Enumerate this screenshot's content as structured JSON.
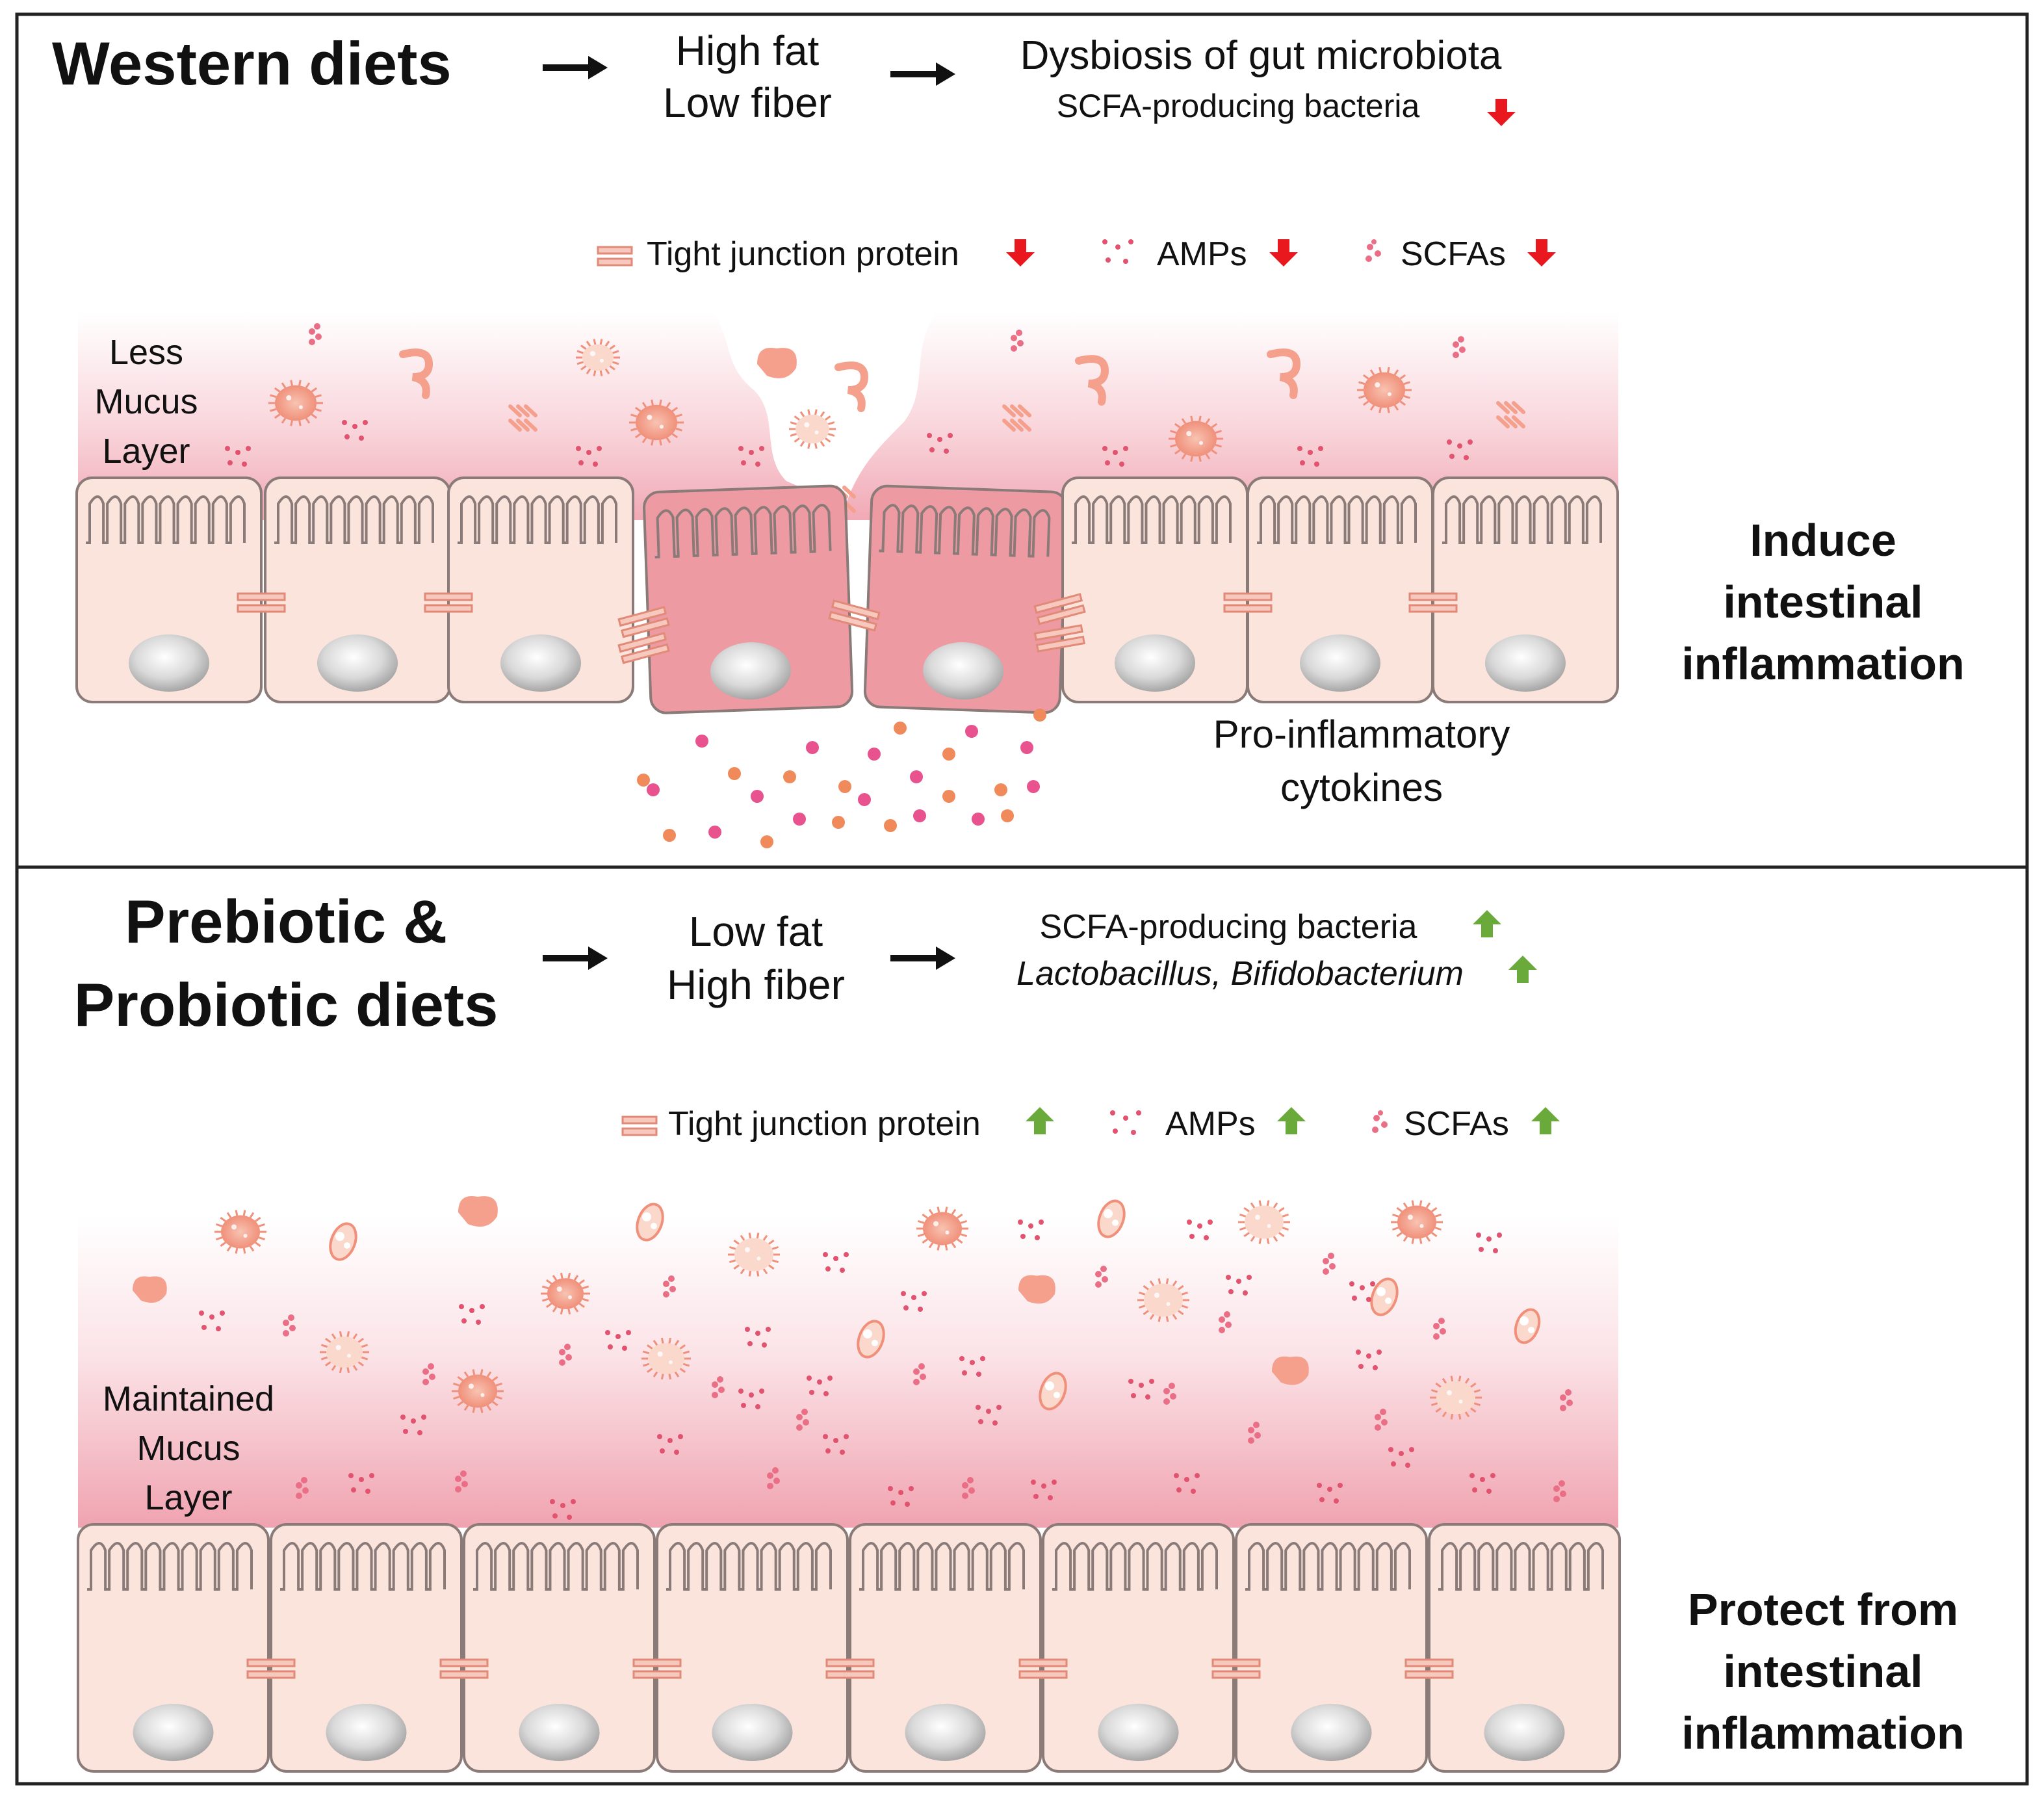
{
  "top_panel": {
    "title": "Western diets",
    "diet_line1": "High fat",
    "diet_line2": "Low fiber",
    "outcome_line1": "Dysbiosis of gut microbiota",
    "outcome_line2": "SCFA-producing bacteria",
    "outcome_line2_direction": "down",
    "legend": {
      "tight_junction": "Tight junction protein",
      "amps": "AMPs",
      "scfas": "SCFAs",
      "direction": "down"
    },
    "mucus_label": [
      "Less",
      "Mucus",
      "Layer"
    ],
    "cytokines_label": [
      "Pro-inflammatory",
      "cytokines"
    ],
    "result": [
      "Induce",
      "intestinal",
      "inflammation"
    ]
  },
  "bottom_panel": {
    "title_line1": "Prebiotic &",
    "title_line2": "Probiotic diets",
    "diet_line1": "Low fat",
    "diet_line2": "High fiber",
    "outcome_line1": "SCFA-producing bacteria",
    "outcome_line2": "Lactobacillus, Bifidobacterium",
    "outcome_direction": "up",
    "legend": {
      "tight_junction": "Tight junction protein",
      "amps": "AMPs",
      "scfas": "SCFAs",
      "direction": "up"
    },
    "mucus_label": [
      "Maintained",
      "Mucus",
      "Layer"
    ],
    "result": [
      "Protect from",
      "intestinal",
      "inflammation"
    ]
  },
  "colors": {
    "arrow_down": "#e8181e",
    "arrow_up": "#6aaa3a",
    "cell_fill": "#fbe4dc",
    "damaged_cell_fill": "#ee9aa2",
    "cell_stroke": "#8a7a78",
    "mucus": "#f3b3bd",
    "bacteria": "#f4a08c",
    "amp_dot": "#e2536f",
    "cytokine_pink": "#e8528e",
    "cytokine_orange": "#f08a5a"
  },
  "icons": [
    "right-arrow-icon",
    "down-arrow-icon",
    "up-arrow-icon",
    "tight-junction-icon",
    "amp-icon",
    "scfa-icon",
    "bacterium-icon",
    "nucleus-icon"
  ]
}
